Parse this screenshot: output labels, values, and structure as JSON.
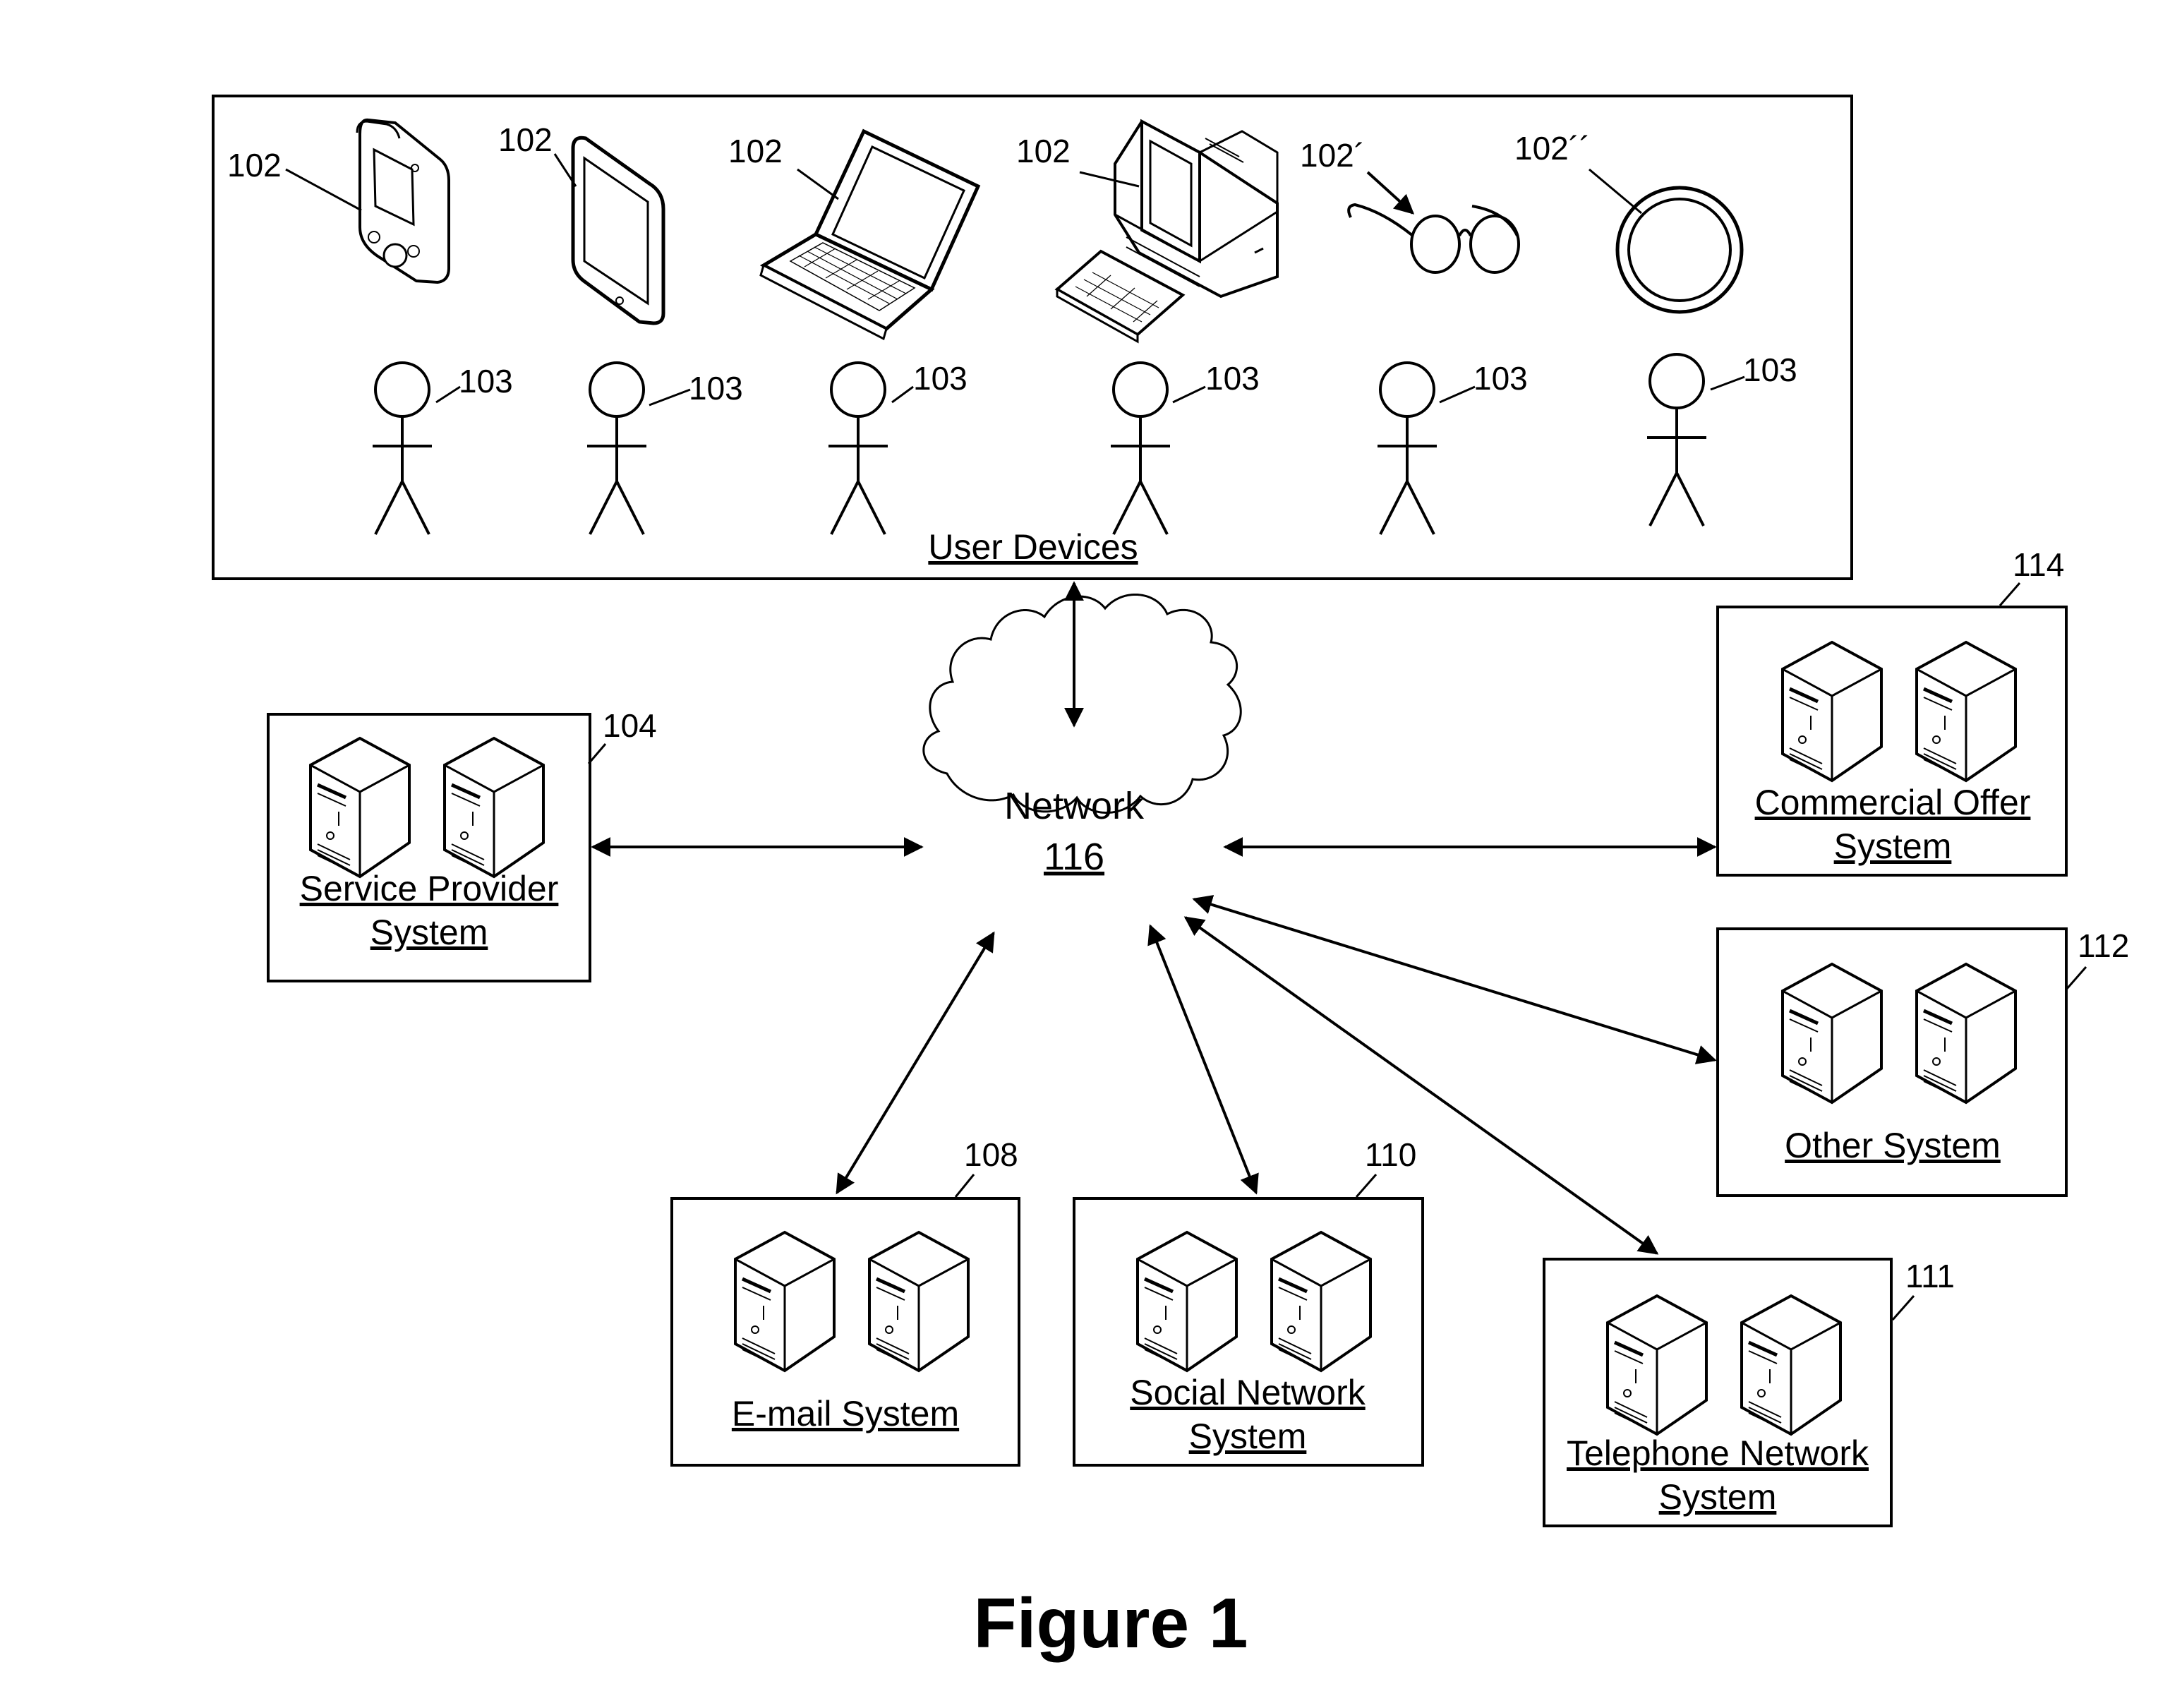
{
  "user_devices": {
    "label": "User Devices",
    "device_refs": [
      "102",
      "102",
      "102",
      "102",
      "102´",
      "102´´"
    ],
    "user_refs": [
      "103",
      "103",
      "103",
      "103",
      "103",
      "103"
    ]
  },
  "network": {
    "label": "Network",
    "ref": "116"
  },
  "systems": {
    "service_provider": {
      "line1": "Service Provider",
      "line2": "System",
      "ref": "104"
    },
    "commercial_offer": {
      "line1": "Commercial Offer",
      "line2": "System",
      "ref": "114"
    },
    "other": {
      "line1": "Other System",
      "ref": "112"
    },
    "email": {
      "line1": "E-mail System",
      "ref": "108"
    },
    "social": {
      "line1": "Social Network",
      "line2": "System",
      "ref": "110"
    },
    "telephone": {
      "line1": "Telephone Network",
      "line2": "System",
      "ref": "111"
    }
  },
  "figure_caption": "Figure 1"
}
